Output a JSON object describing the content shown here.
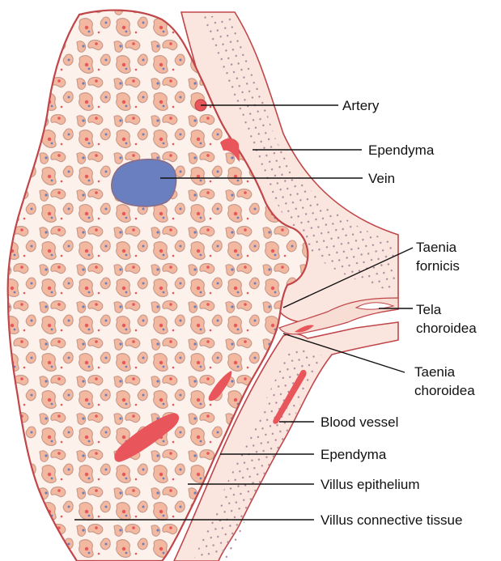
{
  "diagram": {
    "labels": {
      "artery": "Artery",
      "ependyma_top": "Ependyma",
      "vein": "Vein",
      "taenia_fornicis_1": "Taenia",
      "taenia_fornicis_2": "fornicis",
      "tela_choroidea_1": "Tela",
      "tela_choroidea_2": "choroidea",
      "taenia_choroidea_1": "Taenia",
      "taenia_choroidea_2": "choroidea",
      "blood_vessel": "Blood vessel",
      "ependyma_bottom": "Ependyma",
      "villus_epithelium": "Villus epithelium",
      "villus_connective_tissue": "Villus connective tissue"
    },
    "colors": {
      "outline": "#c0464a",
      "stroma": "#fdf1ec",
      "villus_fill": "#f3b9a0",
      "villus_edge": "#c89a8c",
      "artery": "#e8555a",
      "vein": "#6a7fc0",
      "wall": "#fbe6df",
      "nuclei": "#a8849a"
    }
  }
}
